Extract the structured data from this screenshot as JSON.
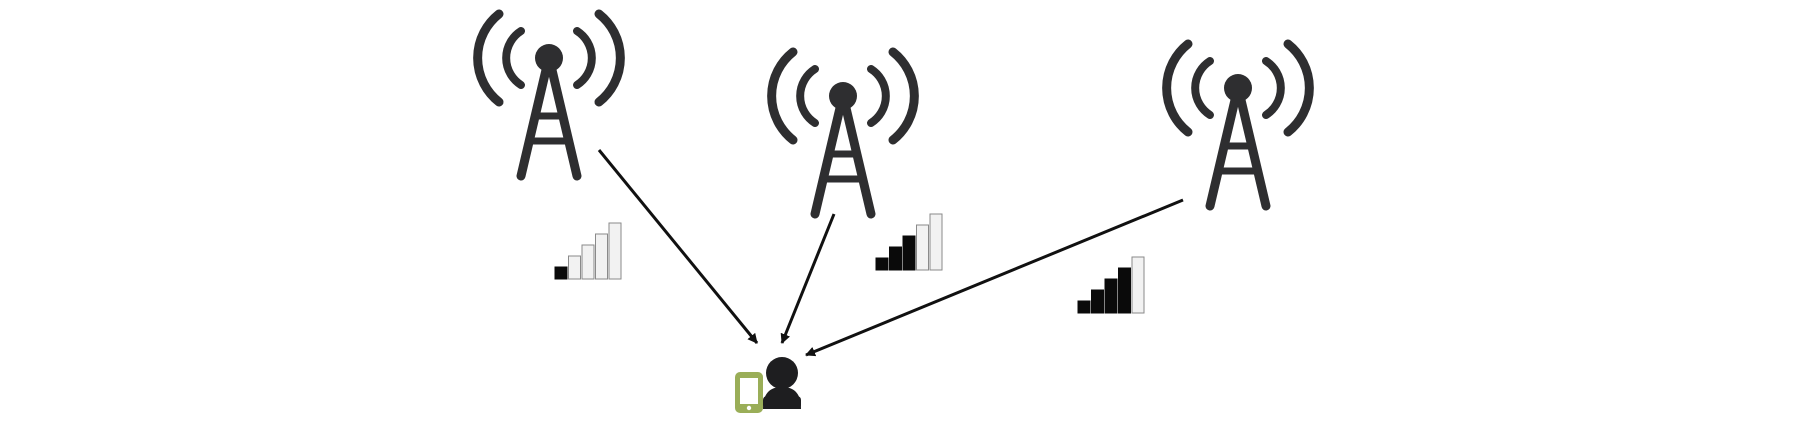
{
  "diagram": {
    "towers": [
      {
        "id": "left",
        "icon": "cell-tower-icon",
        "signal_bars_filled": 1,
        "signal_bars_total": 5
      },
      {
        "id": "middle",
        "icon": "cell-tower-icon",
        "signal_bars_filled": 3,
        "signal_bars_total": 5
      },
      {
        "id": "right",
        "icon": "cell-tower-icon",
        "signal_bars_filled": 4,
        "signal_bars_total": 5
      }
    ],
    "user": {
      "icon": "person-icon",
      "device_icon": "smartphone-icon"
    },
    "colors": {
      "ink": "#2e2e30",
      "arrow": "#111111",
      "phone": "#9aae58",
      "bar_filled": "#0a0a0a",
      "bar_empty": "#f2f2f2",
      "bar_border": "#8a8a8a"
    }
  }
}
